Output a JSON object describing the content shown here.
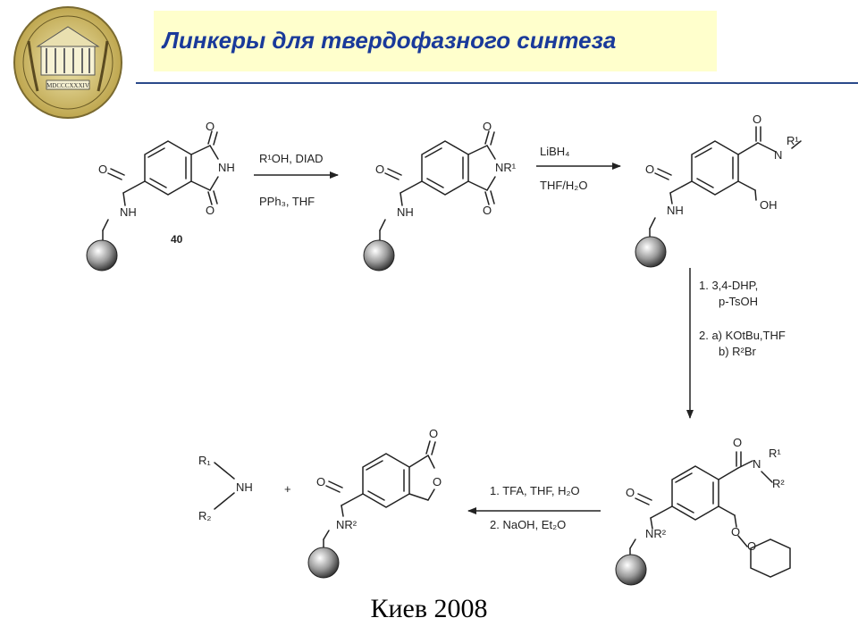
{
  "slide": {
    "title": "Линкеры для твердофазного синтеза",
    "footer": "Киев 2008"
  },
  "logo": {
    "icon": "university-seal-icon",
    "roman_numeral": "MDCCCXXXIV"
  },
  "scheme": {
    "compound_label": "40",
    "step1": {
      "top": "R¹OH, DIAD",
      "bottom": "PPh₃, THF"
    },
    "step2": {
      "top": "LiBH₄",
      "bottom": "THF/H₂O"
    },
    "step3": {
      "l1": "1. 3,4-DHP,",
      "l2": "p-TsOH",
      "l3": "2. a) KOtBu,THF",
      "l4": "b) R²Br"
    },
    "step4": {
      "top": "1. TFA, THF, H₂O",
      "bottom": "2. NaOH, Et₂O"
    },
    "labels": {
      "O": "O",
      "NH": "NH",
      "NR1": "NR¹",
      "OH": "OH",
      "N": "N",
      "R1": "R¹",
      "R2": "R²",
      "NR2": "NR²",
      "R1_sub": "R₁",
      "R2_sub": "R₂",
      "plus": "+"
    }
  },
  "colors": {
    "title": "#1a3a9a",
    "title_bg": "#ffffcc",
    "rule": "#2a4a8a"
  }
}
